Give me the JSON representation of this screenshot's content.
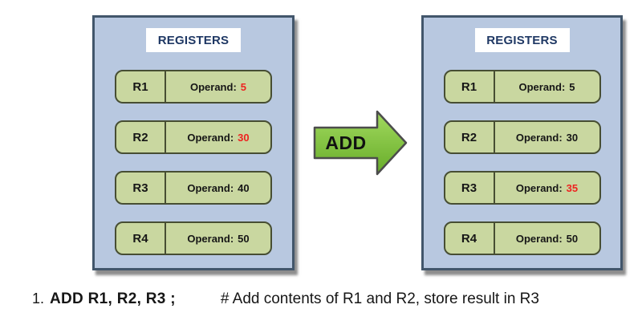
{
  "colors": {
    "panel_fill": "#b8c8e0",
    "panel_border": "#42566b",
    "register_fill": "#c9d7a0",
    "register_border": "#474e33",
    "title_text": "#1f3864",
    "highlight_red": "#ee2320",
    "text_dark": "#161616",
    "arrow_fill_top": "#9fd85c",
    "arrow_fill_bottom": "#67ac29",
    "arrow_outline": "#4c4c4c"
  },
  "panels": [
    {
      "id": "before",
      "title": "REGISTERS",
      "registers": [
        {
          "name": "R1",
          "label": "Operand:",
          "value": "5",
          "highlighted": true
        },
        {
          "name": "R2",
          "label": "Operand:",
          "value": "30",
          "highlighted": true
        },
        {
          "name": "R3",
          "label": "Operand:",
          "value": "40",
          "highlighted": false
        },
        {
          "name": "R4",
          "label": "Operand:",
          "value": "50",
          "highlighted": false
        }
      ]
    },
    {
      "id": "after",
      "title": "REGISTERS",
      "registers": [
        {
          "name": "R1",
          "label": "Operand:",
          "value": "5",
          "highlighted": false
        },
        {
          "name": "R2",
          "label": "Operand:",
          "value": "30",
          "highlighted": false
        },
        {
          "name": "R3",
          "label": "Operand:",
          "value": "35",
          "highlighted": true
        },
        {
          "name": "R4",
          "label": "Operand:",
          "value": "50",
          "highlighted": false
        }
      ]
    }
  ],
  "arrow": {
    "label": "ADD"
  },
  "caption": {
    "number": "1.",
    "instruction": "ADD R1, R2, R3 ;",
    "comment": "# Add contents of R1 and R2, store result in R3"
  }
}
